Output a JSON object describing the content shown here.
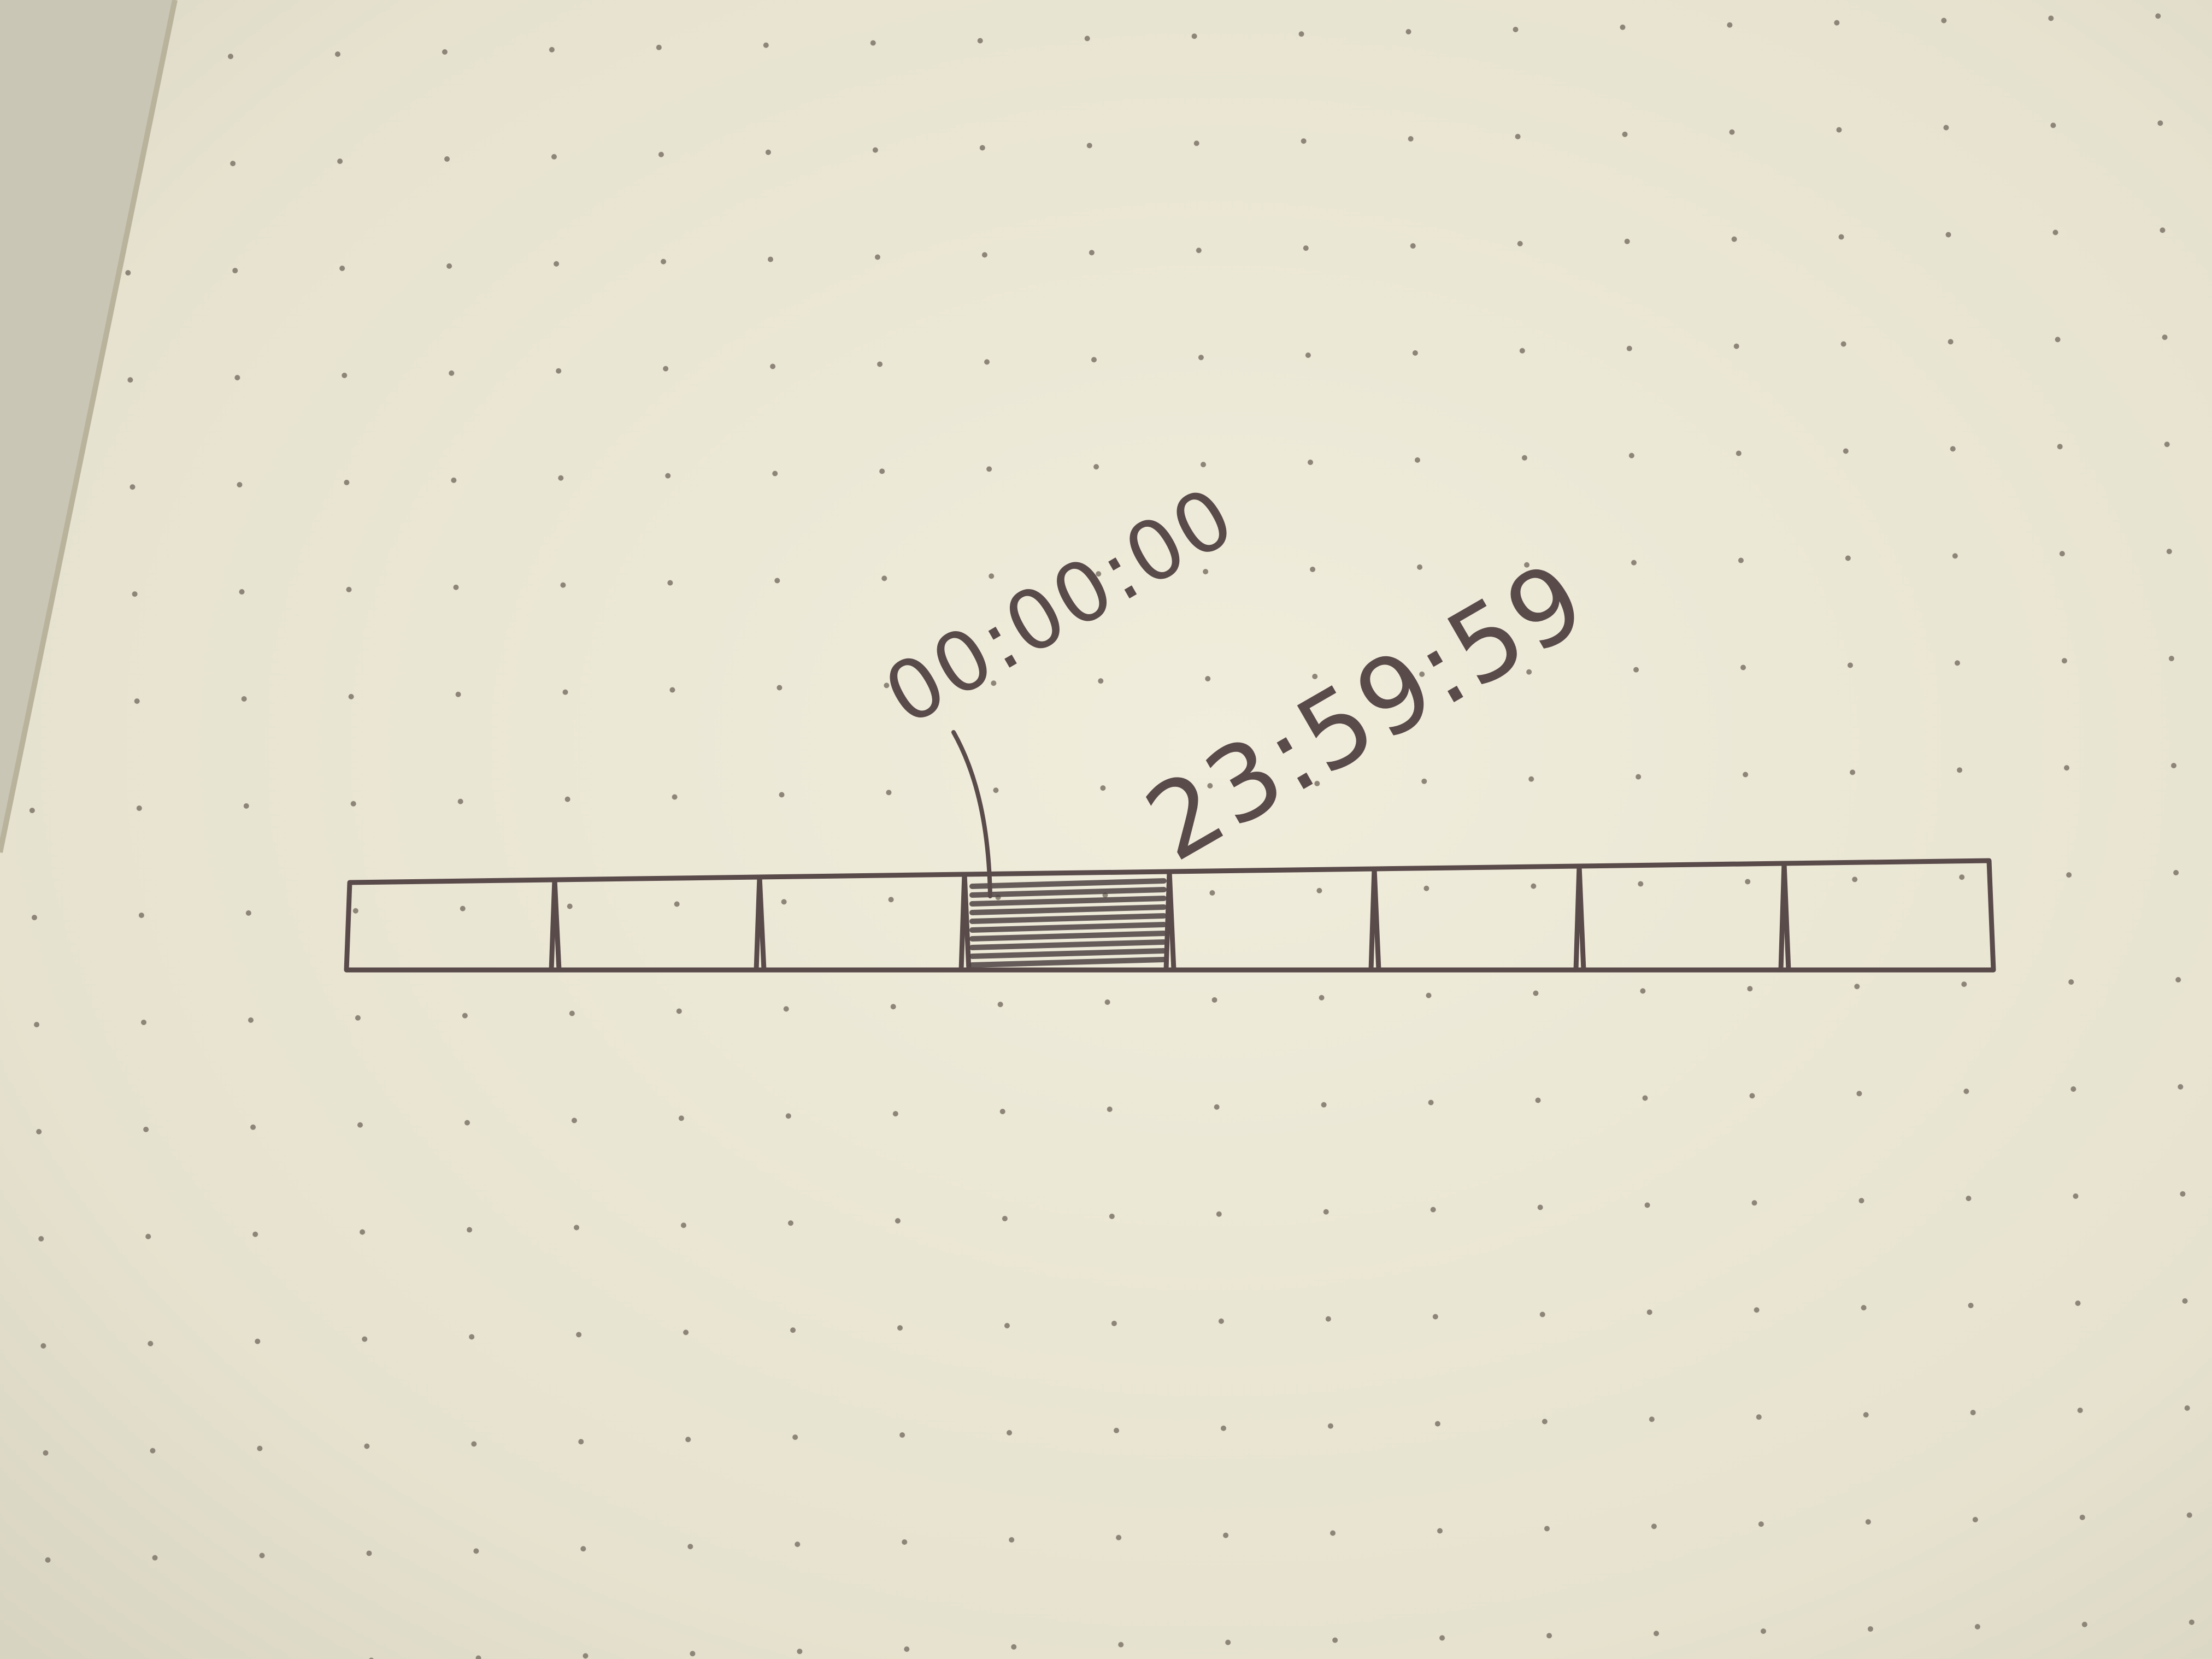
{
  "timeline": {
    "cell_count": 8,
    "highlighted_cell_index": 3,
    "start_label": "00:00:00",
    "end_label": "23:59:59"
  },
  "colors": {
    "paper": "#ede9d7",
    "desk": "#c9c6b6",
    "ink": "#5a4b4b",
    "dot": "#8c8578"
  }
}
